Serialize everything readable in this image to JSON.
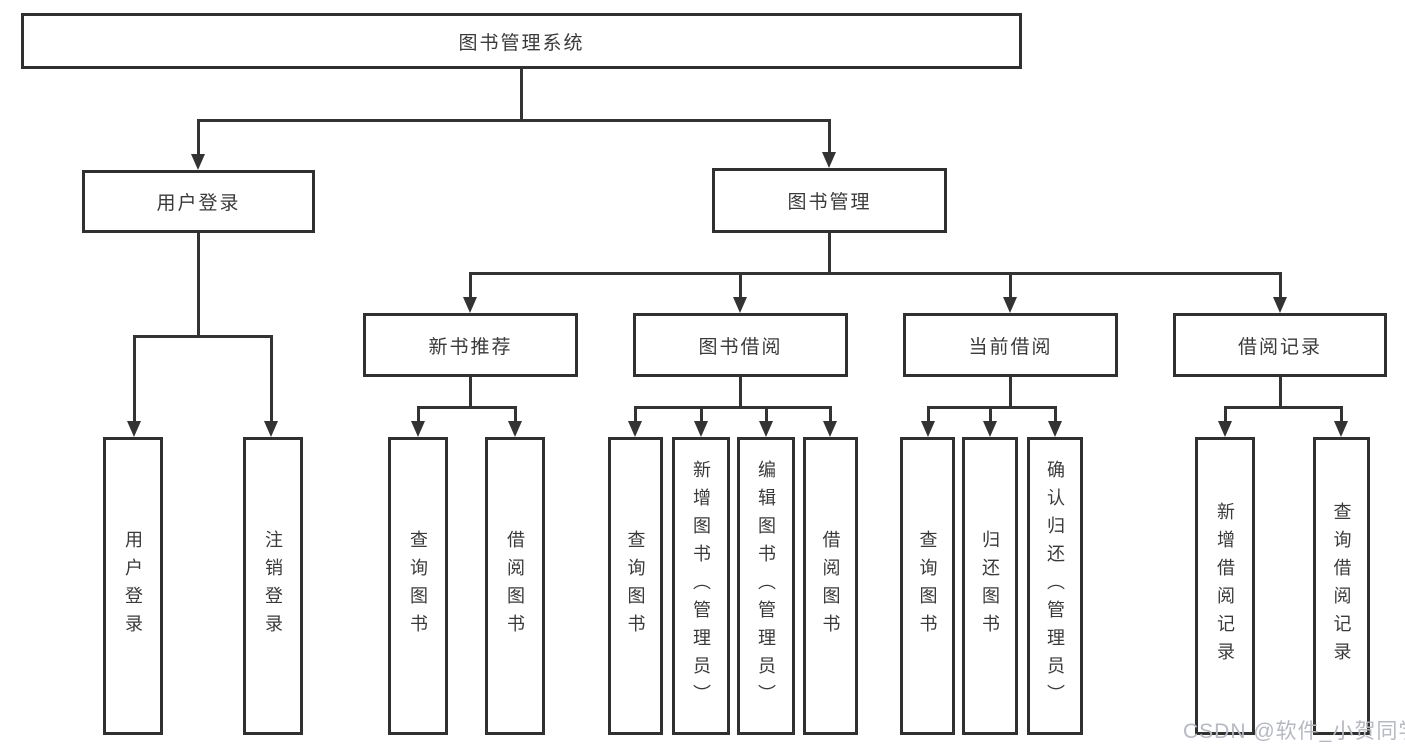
{
  "tree": {
    "label": "图书管理系统",
    "children": [
      {
        "label": "用户登录",
        "children": [
          {
            "label": "用户登录"
          },
          {
            "label": "注销登录"
          }
        ]
      },
      {
        "label": "图书管理",
        "children": [
          {
            "label": "新书推荐",
            "children": [
              {
                "label": "查询图书"
              },
              {
                "label": "借阅图书"
              }
            ]
          },
          {
            "label": "图书借阅",
            "children": [
              {
                "label": "查询图书"
              },
              {
                "label": "新增图书（管理员）"
              },
              {
                "label": "编辑图书（管理员）"
              },
              {
                "label": "借阅图书"
              }
            ]
          },
          {
            "label": "当前借阅",
            "children": [
              {
                "label": "查询图书"
              },
              {
                "label": "归还图书"
              },
              {
                "label": "确认归还（管理员）"
              }
            ]
          },
          {
            "label": "借阅记录",
            "children": [
              {
                "label": "新增借阅记录"
              },
              {
                "label": "查询借阅记录"
              }
            ]
          }
        ]
      }
    ]
  },
  "watermark": {
    "text": "CSDN @软件_小贺同学"
  },
  "colors": {
    "line": "#333333",
    "box_border": "#303030",
    "text": "#3a3a3a",
    "watermark_text": "#b5b9c1",
    "background": "#ffffff"
  }
}
